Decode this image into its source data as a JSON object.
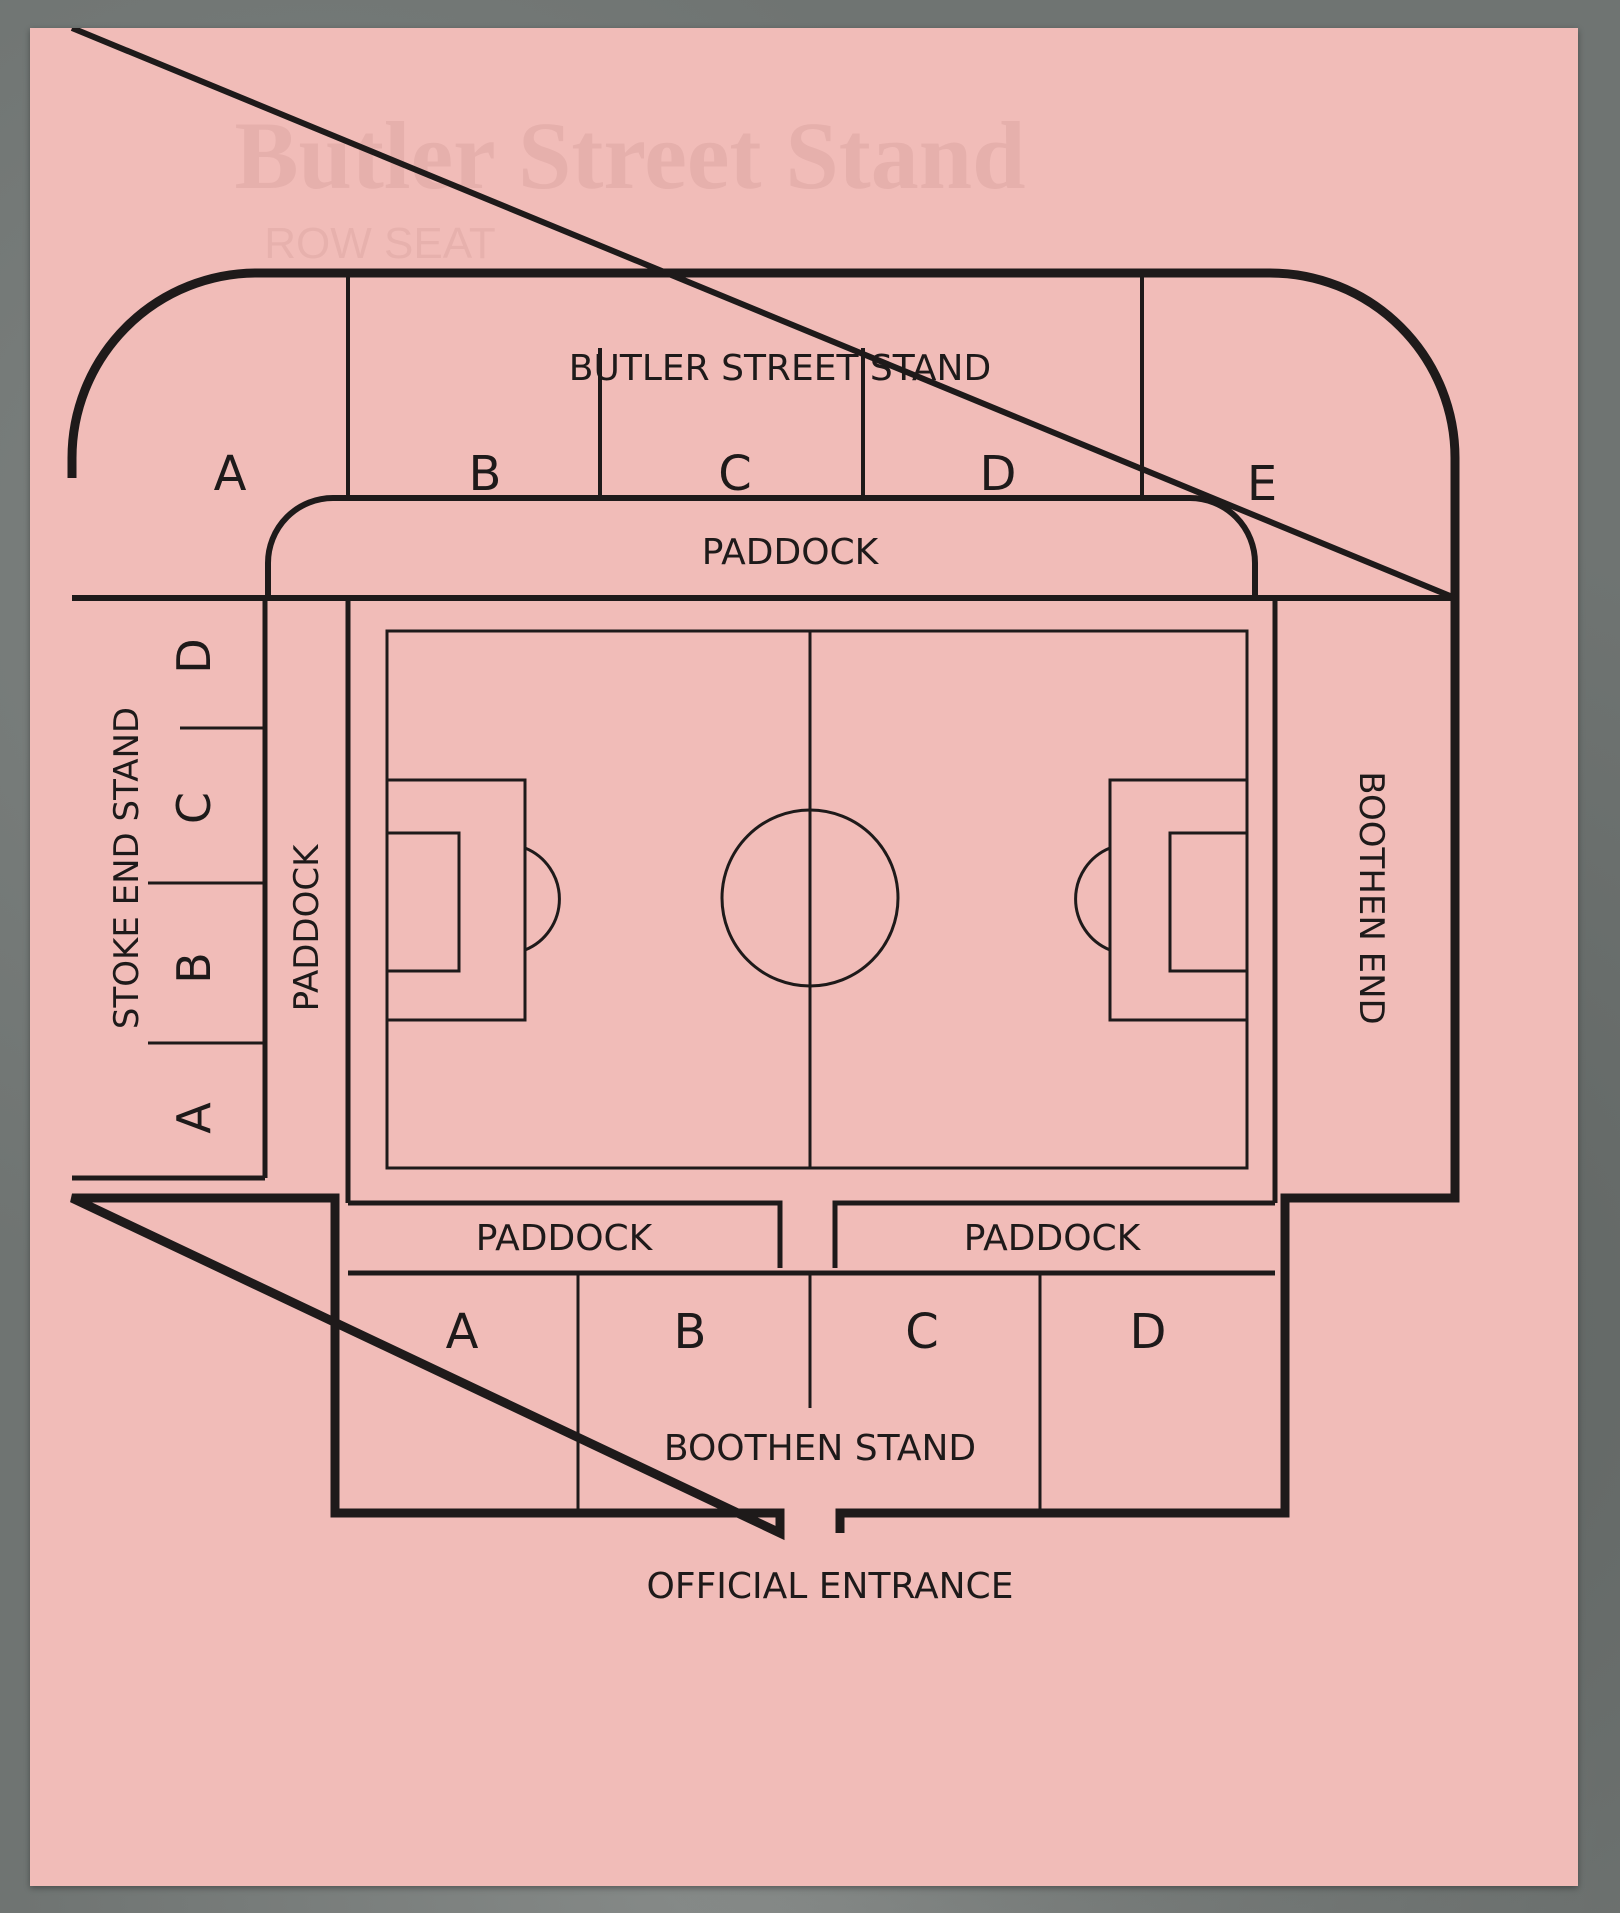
{
  "ticket_bg": "#f1bcb8",
  "ink_color": "#1e1a1a",
  "background_print": {
    "title": "Butler Street Stand",
    "subtitle": "ROW SEAT"
  },
  "stands": {
    "butler_street": {
      "name": "BUTLER STREET STAND",
      "blocks": [
        "A",
        "B",
        "C",
        "D",
        "E"
      ]
    },
    "stoke_end": {
      "name": "STOKE END STAND",
      "blocks": [
        "A",
        "B",
        "C",
        "D"
      ]
    },
    "boothen_end": {
      "name": "BOOTHEN END"
    },
    "boothen_stand": {
      "name": "BOOTHEN STAND",
      "blocks": [
        "A",
        "B",
        "C",
        "D"
      ]
    }
  },
  "paddocks": {
    "top": "PADDOCK",
    "left": "PADDOCK",
    "bottom_left": "PADDOCK",
    "bottom_right": "PADDOCK"
  },
  "entrance": "OFFICIAL ENTRANCE"
}
